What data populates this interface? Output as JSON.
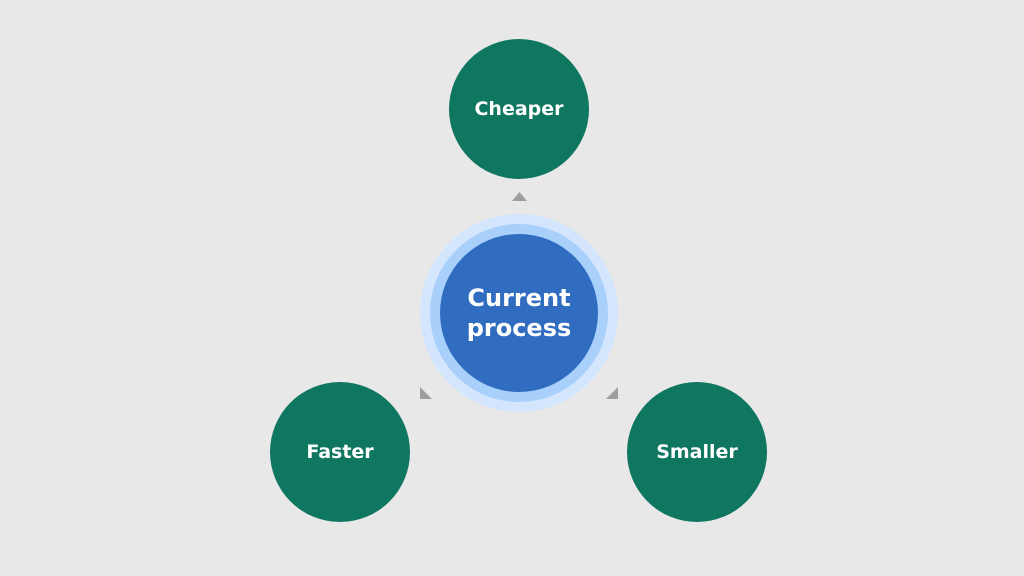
{
  "center": {
    "label_line1": "Current",
    "label_line2": "process"
  },
  "outcomes": [
    {
      "label": "Cheaper"
    },
    {
      "label": "Faster"
    },
    {
      "label": "Smaller"
    }
  ],
  "colors": {
    "background": "#e8e8e8",
    "outcome": "#0f7660",
    "center": "#306cc0",
    "arrow": "#9e9e9e"
  }
}
